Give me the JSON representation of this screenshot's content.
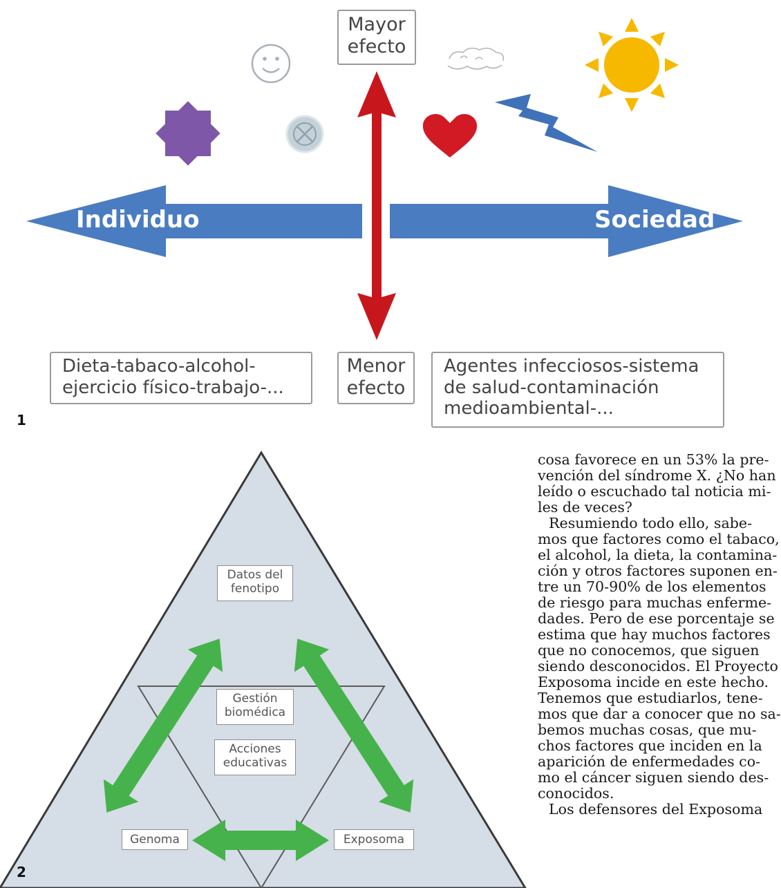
{
  "figure1": {
    "number": "1",
    "top_box": [
      "Mayor",
      "efecto"
    ],
    "left_arrow_label": "Individuo",
    "right_arrow_label": "Sociedad",
    "bottom_center_box": [
      "Menor",
      "efecto"
    ],
    "bottom_left_box": [
      "Dieta-tabaco-alcohol-",
      "ejercicio físico-trabajo-..."
    ],
    "bottom_right_box": [
      "Agentes infecciosos-sistema",
      "de salud-contaminación",
      "medioambiental-..."
    ],
    "icons": [
      "smiley-icon",
      "star-icon",
      "virus-icon",
      "heart-icon",
      "cloud-icon",
      "lightning-icon",
      "sun-icon"
    ],
    "colors": {
      "horizontal_arrow": "#4a7cc1",
      "vertical_arrow": "#c8161d",
      "star": "#7e57a8",
      "heart": "#d11a23",
      "sun": "#f7b800",
      "lightning": "#3f72b9"
    }
  },
  "figure2": {
    "number": "2",
    "labels": {
      "phenotype": [
        "Datos del",
        "fenotipo"
      ],
      "biomedical": [
        "Gestión",
        "biomédica"
      ],
      "education": [
        "Acciones",
        "educativas"
      ],
      "genome": "Genoma",
      "exposome": "Exposoma"
    },
    "colors": {
      "triangle_fill": "#d5dde6",
      "green_arrows": "#46b24b"
    }
  },
  "article": {
    "lines": [
      "cosa favorece en un 53% la pre-",
      "vención del síndrome X. ¿No han",
      "leído o escuchado tal noticia mi-",
      "les de veces?",
      "Resumiendo todo ello, sabe-",
      "mos que factores como el tabaco,",
      "el alcohol, la dieta, la contamina-",
      "ción y otros factores suponen en-",
      "tre un 70-90% de los elementos",
      "de riesgo para muchas enferme-",
      "dades. Pero de ese porcentaje se",
      "estima que hay muchos factores",
      "que no conocemos, que siguen",
      "siendo desconocidos. El Proyecto",
      "Exposoma incide en este hecho.",
      "Tenemos que estudiarlos, tene-",
      "mos que dar a conocer que no sa-",
      "bemos muchas cosas, que mu-",
      "chos factores que inciden en la",
      "aparición de enfermedades co-",
      "mo el cáncer siguen siendo des-",
      "conocidos.",
      "Los defensores del Exposoma"
    ]
  }
}
